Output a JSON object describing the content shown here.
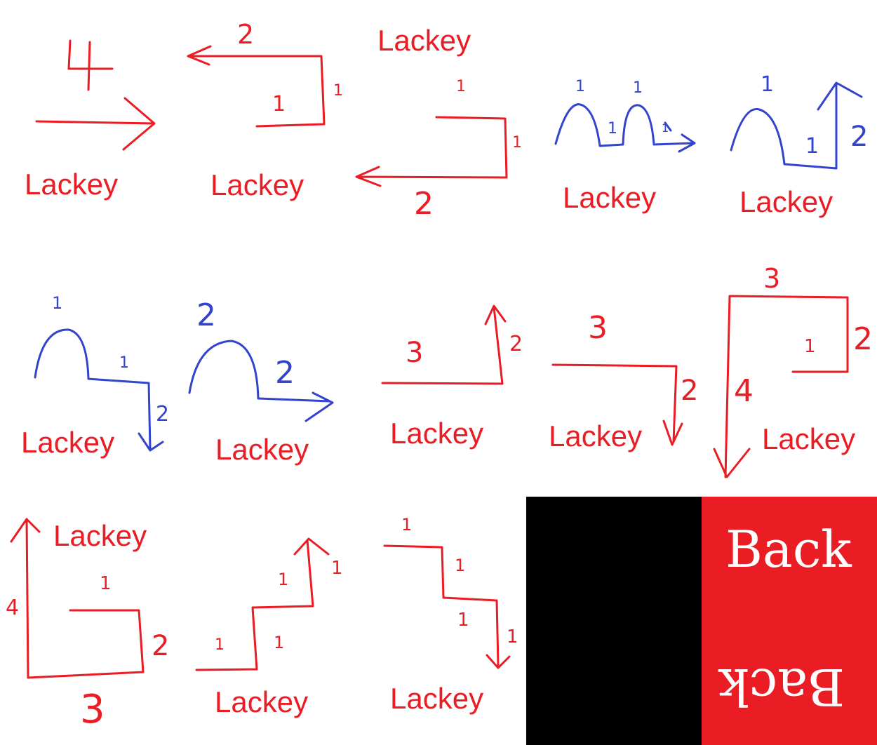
{
  "diagrams": [
    {
      "label": "Lackey",
      "numbers": [
        "4"
      ]
    },
    {
      "label": "Lackey",
      "numbers": [
        "2",
        "1",
        "1"
      ]
    },
    {
      "label": "Lackey",
      "numbers": [
        "1",
        "1",
        "2"
      ]
    },
    {
      "label": "Lackey",
      "numbers": [
        "1",
        "1",
        "1",
        "1"
      ]
    },
    {
      "label": "Lackey",
      "numbers": [
        "1",
        "1",
        "2"
      ]
    },
    {
      "label": "Lackey",
      "numbers": [
        "1",
        "1",
        "2"
      ]
    },
    {
      "label": "Lackey",
      "numbers": [
        "2",
        "2"
      ]
    },
    {
      "label": "Lackey",
      "numbers": [
        "3",
        "2"
      ]
    },
    {
      "label": "Lackey",
      "numbers": [
        "3",
        "2"
      ]
    },
    {
      "label": "Lackey",
      "numbers": [
        "3",
        "1",
        "2",
        "4"
      ]
    },
    {
      "label": "Lackey",
      "numbers": [
        "1",
        "4",
        "2",
        "3"
      ]
    },
    {
      "label": "Lackey",
      "numbers": [
        "1",
        "1",
        "1",
        "1"
      ]
    },
    {
      "label": "Lackey",
      "numbers": [
        "1",
        "1",
        "1",
        "1"
      ]
    }
  ],
  "back_card": {
    "text": "Back",
    "mirrored_text": "Back",
    "colors": {
      "left": "#000000",
      "right": "#ea1c24",
      "text": "#ffffff"
    }
  }
}
